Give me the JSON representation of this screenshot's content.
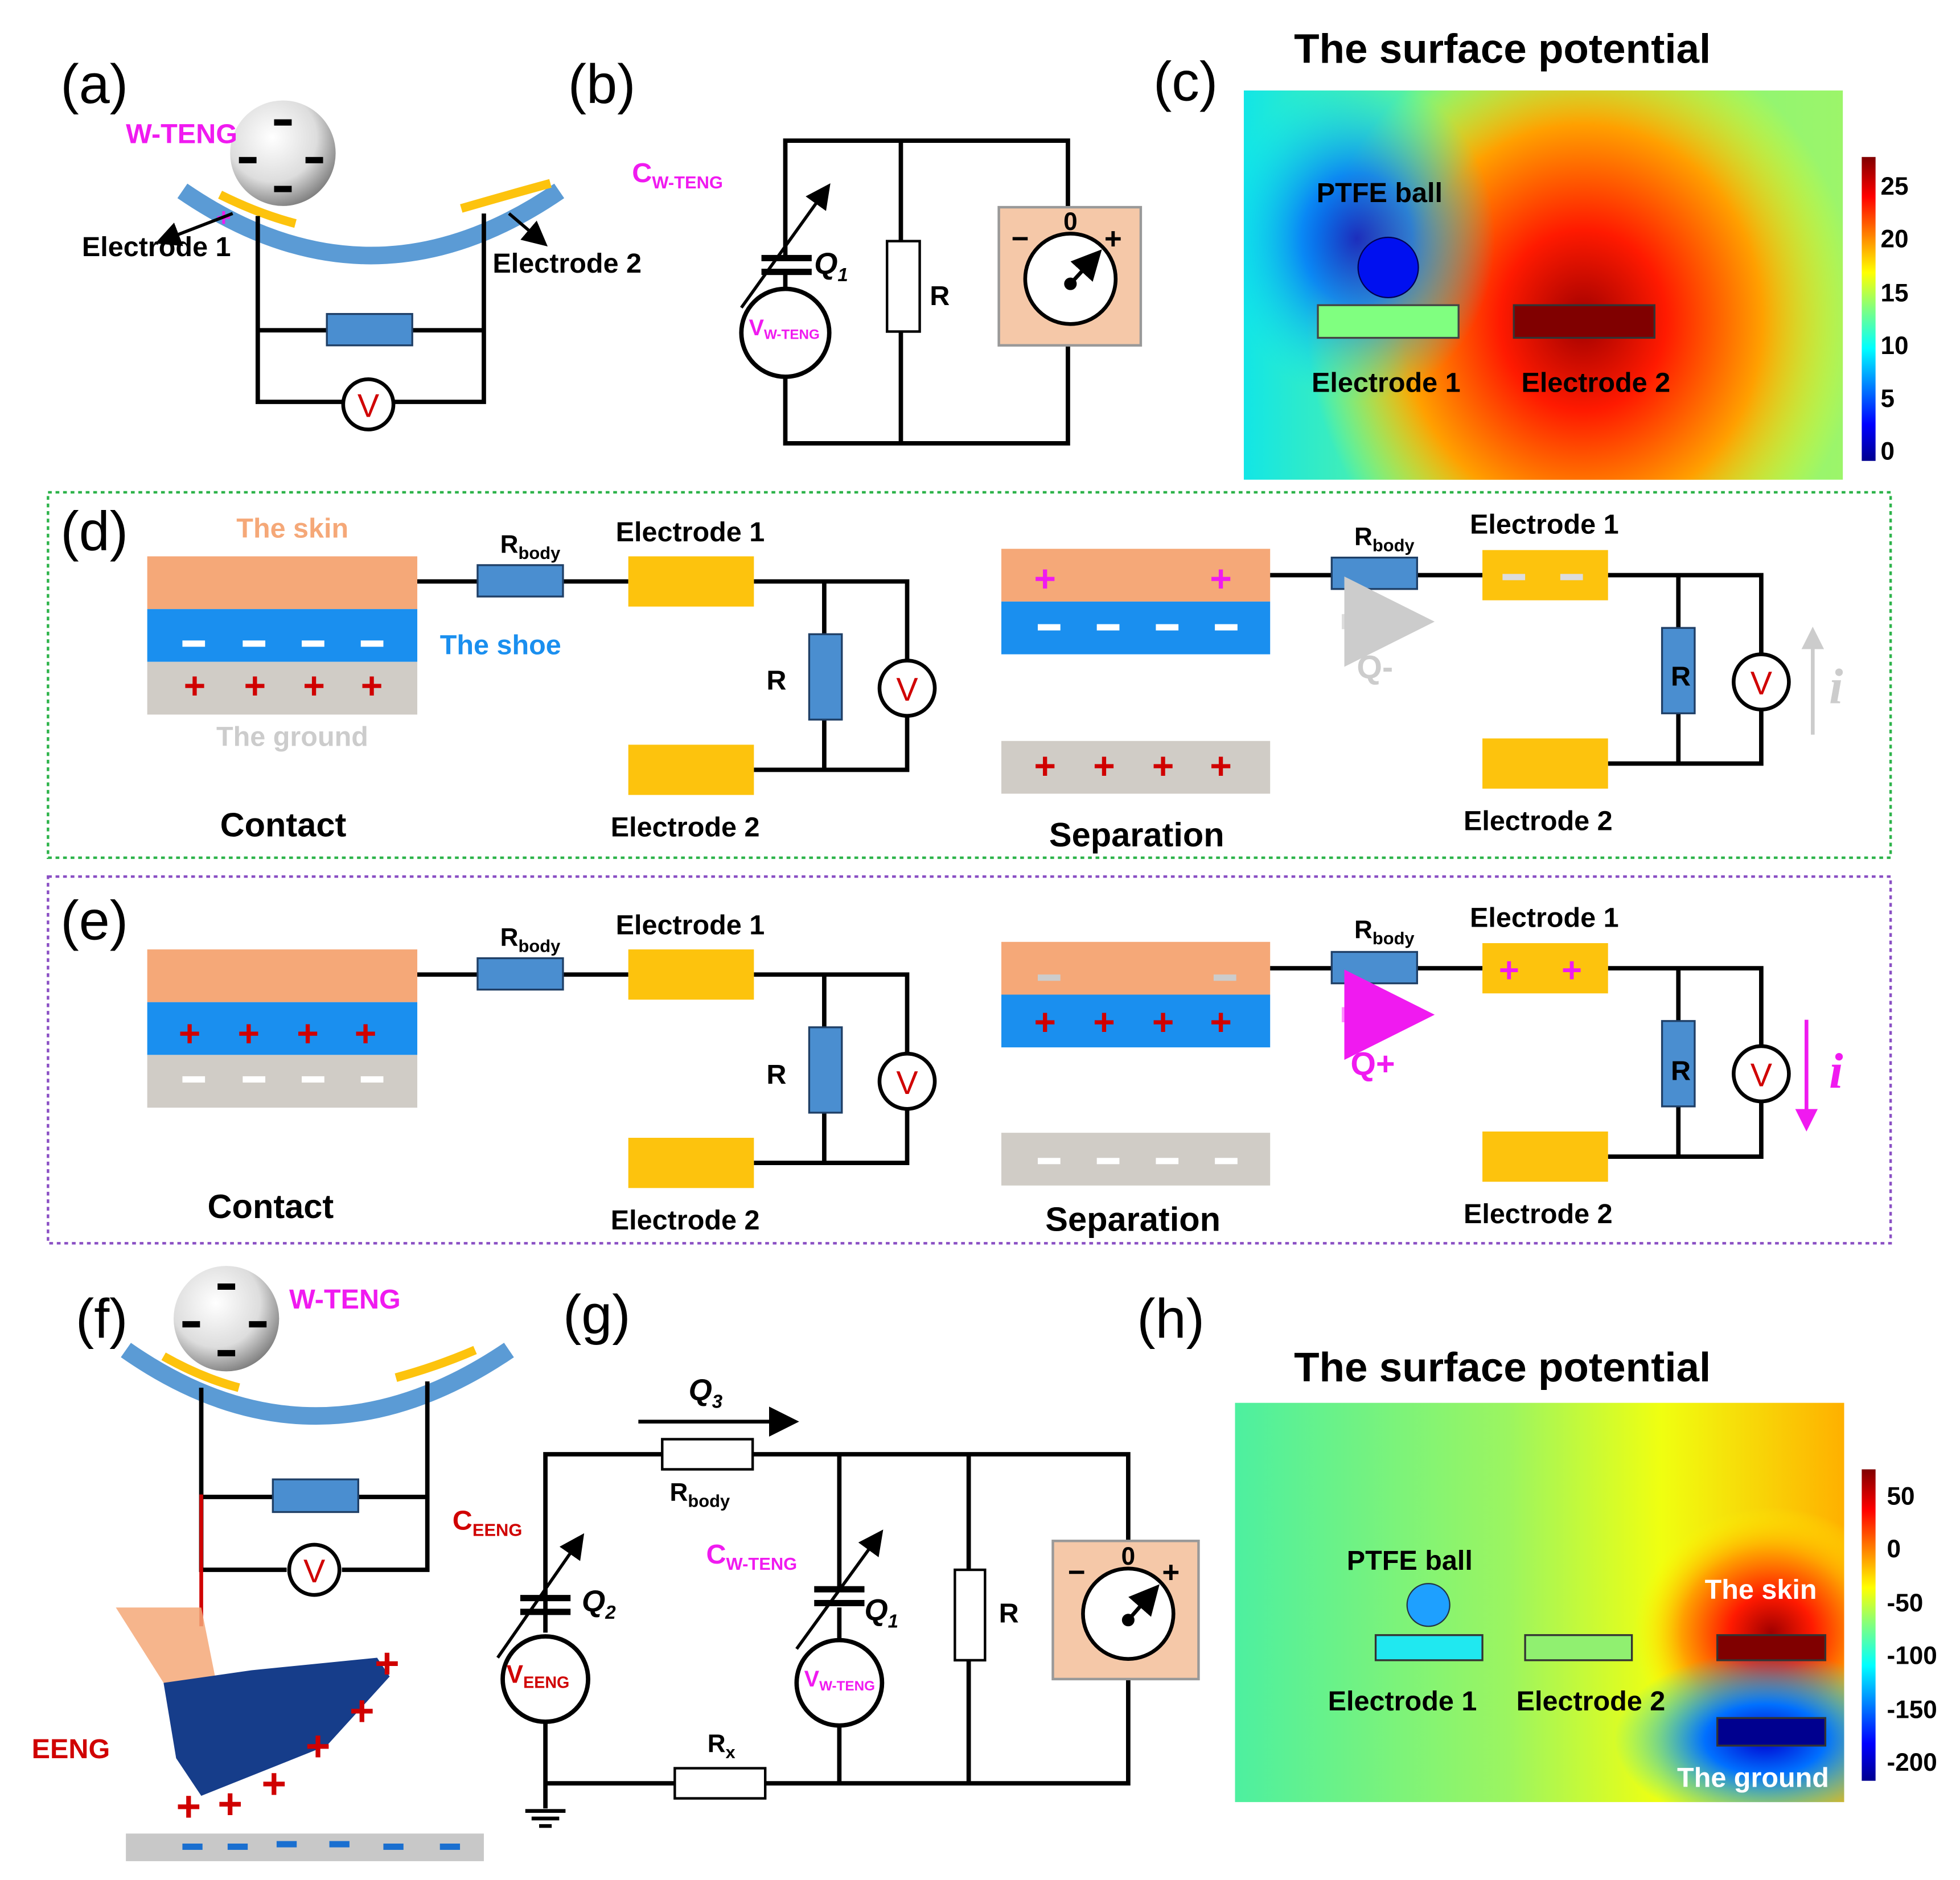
{
  "panels": {
    "a": {
      "label": "(a)",
      "device": "W-TENG",
      "electrode1": "Electrode 1",
      "electrode2": "Electrode 2",
      "meter": "V"
    },
    "b": {
      "label": "(b)",
      "cap": "C",
      "cap_sub": "W-TENG",
      "charge": "Q",
      "charge_sub": "1",
      "source": "V",
      "source_sub": "W-TENG",
      "resistor": "R",
      "meter_zero": "0",
      "meter_minus": "−",
      "meter_plus": "+"
    },
    "c": {
      "label": "(c)",
      "title": "The surface potential",
      "ball": "PTFE ball",
      "electrode1": "Electrode 1",
      "electrode2": "Electrode 2",
      "colorbar_ticks": [
        "25",
        "20",
        "15",
        "10",
        "5",
        "0"
      ],
      "colormap": "jet"
    },
    "d": {
      "label": "(d)",
      "skin": "The skin",
      "shoe": "The shoe",
      "ground": "The ground",
      "contact": "Contact",
      "separation": "Separation",
      "rbody": "R",
      "rbody_sub": "body",
      "electrode1": "Electrode 1",
      "electrode2": "Electrode 2",
      "resistor": "R",
      "meter": "V",
      "charge": "Q-",
      "current": "i",
      "minus": "−",
      "plus": "+",
      "border_color": "#2db34a"
    },
    "e": {
      "label": "(e)",
      "contact": "Contact",
      "separation": "Separation",
      "rbody": "R",
      "rbody_sub": "body",
      "electrode1": "Electrode 1",
      "electrode2": "Electrode 2",
      "resistor": "R",
      "meter": "V",
      "charge": "Q+",
      "current": "i",
      "minus": "−",
      "plus": "+",
      "border_color": "#8a4fc4"
    },
    "f": {
      "label": "(f)",
      "device": "W-TENG",
      "eeng": "EENG",
      "meter": "V"
    },
    "g": {
      "label": "(g)",
      "q3": "Q",
      "q3_sub": "3",
      "rbody": "R",
      "rbody_sub": "body",
      "ceeng": "C",
      "ceeng_sub": "EENG",
      "q2": "Q",
      "q2_sub": "2",
      "veeng": "V",
      "veeng_sub": "EENG",
      "cw": "C",
      "cw_sub": "W-TENG",
      "q1": "Q",
      "q1_sub": "1",
      "vw": "V",
      "vw_sub": "W-TENG",
      "resistor": "R",
      "rx": "R",
      "rx_sub": "x",
      "meter_zero": "0",
      "meter_minus": "−",
      "meter_plus": "+"
    },
    "h": {
      "label": "(h)",
      "title": "The surface potential",
      "ball": "PTFE ball",
      "electrode1": "Electrode 1",
      "electrode2": "Electrode 2",
      "skin": "The skin",
      "ground": "The ground",
      "colorbar_ticks": [
        "50",
        "0",
        "-50",
        "-100",
        "-150",
        "-200"
      ],
      "colormap": "jet"
    }
  },
  "colors": {
    "electrode": "#fdc30d",
    "skin": "#f5a878",
    "shoe": "#1a8fef",
    "ground": "#d0ccc6",
    "magenta": "#f01af0",
    "red": "#d00000",
    "meter_bg": "#f5c8a8"
  }
}
